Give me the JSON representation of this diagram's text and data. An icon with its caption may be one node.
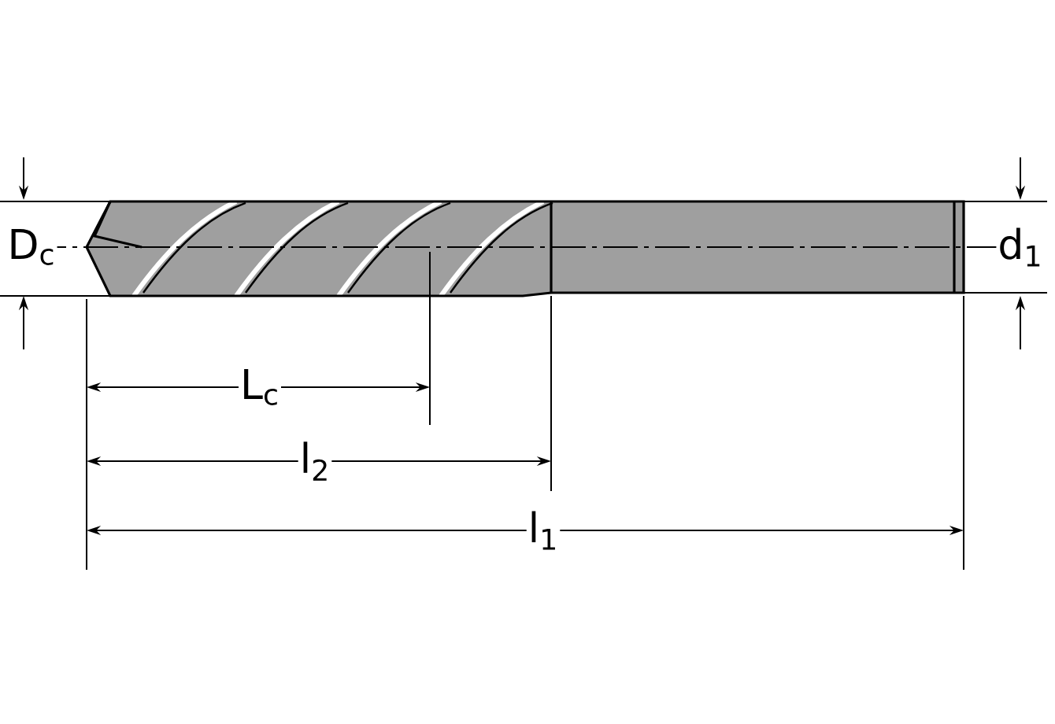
{
  "diagram": {
    "labels": [
      "D$_{c}$",
      "d$_{1}$",
      "L$_{c}$",
      "l$_{2}$",
      "l$_{1}$"
    ]
  }
}
